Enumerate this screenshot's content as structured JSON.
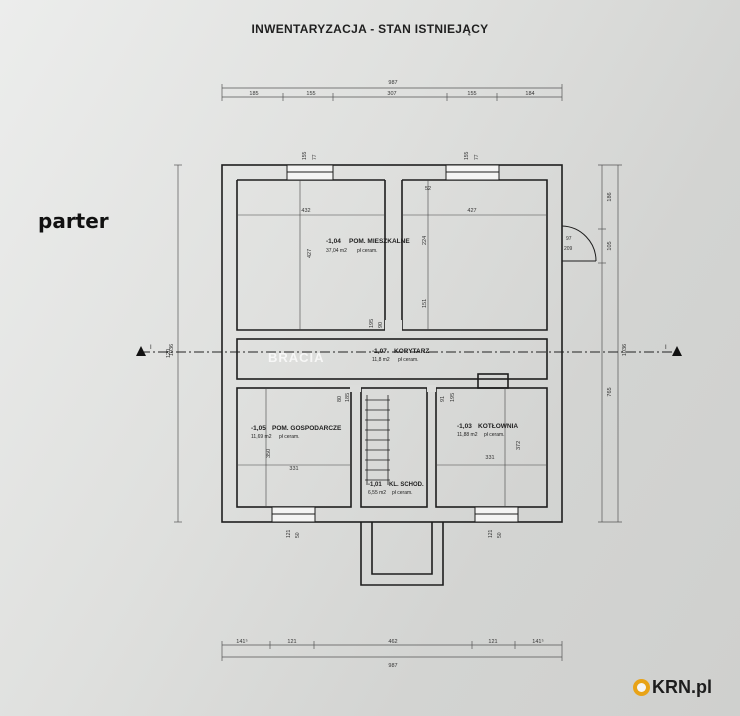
{
  "title": "INWENTARYZACJA - STAN ISTNIEJĄCY",
  "floor_label": "parter",
  "watermark": "BRACIA",
  "logo": "KRN.pl",
  "dims_top": {
    "total": "987",
    "segments": [
      "185",
      "155",
      "307",
      "155",
      "184"
    ]
  },
  "dims_bottom": {
    "total": "987",
    "segments": [
      "141⁵",
      "121",
      "462",
      "121",
      "141⁵"
    ]
  },
  "dims_right": {
    "total": "1036",
    "upper": "186",
    "middle": "105",
    "lower": "765"
  },
  "dims_left": {
    "total": "1036"
  },
  "section_mark": "I",
  "window_marks": {
    "top_left": [
      "155",
      "77"
    ],
    "top_right": [
      "155",
      "77"
    ],
    "bottom_left": [
      "121",
      "50"
    ],
    "bottom_right": [
      "121",
      "50"
    ]
  },
  "rooms": [
    {
      "id": "-1,04",
      "name": "POM. MIESZKALNE",
      "area": "37,04 m2",
      "floor": "pł ceram."
    },
    {
      "id": "-1,07",
      "name": "KORYTARZ",
      "area": "11,8 m2",
      "floor": "pł ceram."
    },
    {
      "id": "-1,05",
      "name": "POM. GOSPODARCZE",
      "area": "11,69 m2",
      "floor": "pł ceram."
    },
    {
      "id": "-1,01",
      "name": "KL. SCHOD.",
      "area": "6,55 m2",
      "floor": "pł ceram."
    },
    {
      "id": "-1,03",
      "name": "KOTŁOWNIA",
      "area": "11,88 m2",
      "floor": "pł ceram."
    }
  ],
  "inner_dims": {
    "living_left_width": "432",
    "living_right_width": "427",
    "living_height": "427",
    "living_mid_upper": "224",
    "living_mid_lower": "151",
    "wall_gap": "52",
    "door_upper": [
      "90",
      "195"
    ],
    "door_lower": [
      "80",
      "185"
    ],
    "door_right": [
      "91",
      "195"
    ],
    "gosp_width": "331",
    "gosp_height": "350",
    "kotl_width": "331",
    "kotl_height": "372",
    "bay_width": "97",
    "bay_depth": "209",
    "corridor_height": "120"
  }
}
